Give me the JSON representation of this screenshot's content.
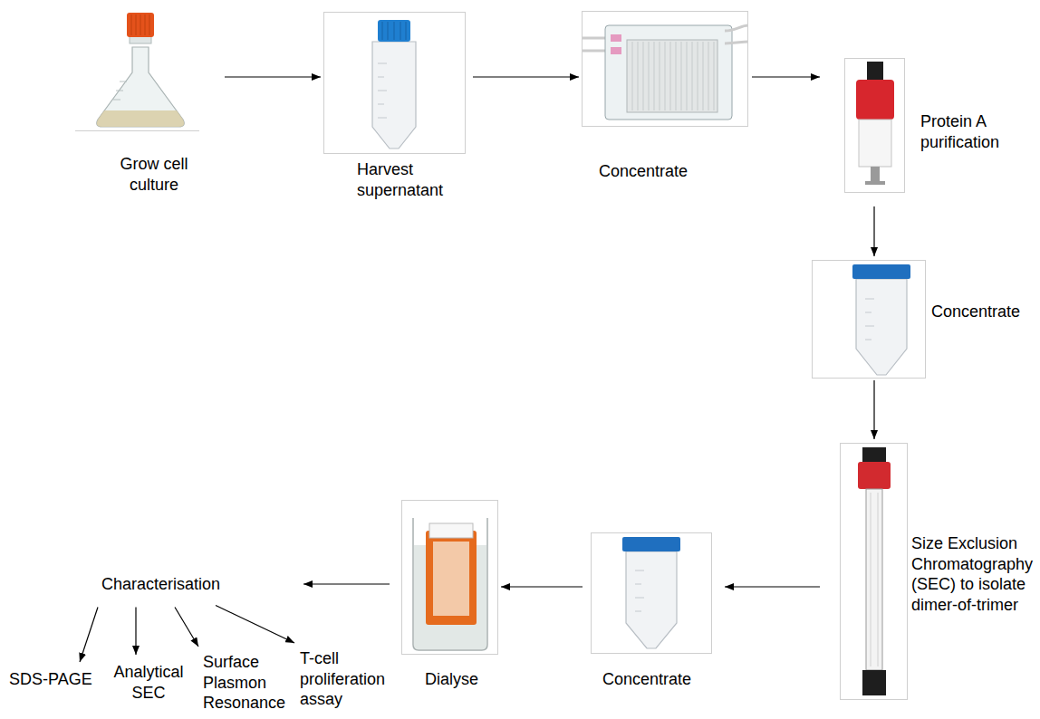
{
  "diagram": {
    "nodes": [
      {
        "text": [
          "Grow cell culture"
        ]
      },
      {
        "text": [
          "Harvest supernatant"
        ]
      },
      {
        "text": [
          "Concentrate"
        ]
      },
      {
        "text": [
          "Protein A purification"
        ]
      },
      {
        "text": [
          "Concentrate"
        ]
      },
      {
        "text": [
          "Size Exclusion Chromatography (SEC) to isolate dimer-of-trimer"
        ]
      },
      {
        "text": [
          "Concentrate"
        ]
      },
      {
        "text": [
          "Dialyse"
        ]
      },
      {
        "text": [
          "Characterisation"
        ]
      },
      {
        "text": [
          "SDS-PAGE"
        ]
      },
      {
        "text": [
          "Analytical SEC"
        ]
      },
      {
        "text": [
          "Surface Plasmon Resonance"
        ]
      },
      {
        "text": [
          "T-cell proliferation assay"
        ]
      }
    ],
    "edges": [
      {
        "from": 0,
        "to": 1,
        "arrow": "to"
      },
      {
        "from": 1,
        "to": 2,
        "arrow": "to"
      },
      {
        "from": 2,
        "to": 3,
        "arrow": "to"
      },
      {
        "from": 3,
        "to": 4,
        "arrow": "to"
      },
      {
        "from": 4,
        "to": 5,
        "arrow": "to"
      },
      {
        "from": 5,
        "to": 6,
        "arrow": "to"
      },
      {
        "from": 6,
        "to": 7,
        "arrow": "to"
      },
      {
        "from": 7,
        "to": 8,
        "arrow": "to"
      },
      {
        "from": 8,
        "to": 9,
        "arrow": "to"
      },
      {
        "from": 8,
        "to": 10,
        "arrow": "to"
      },
      {
        "from": 8,
        "to": 11,
        "arrow": "to"
      },
      {
        "from": 8,
        "to": 12,
        "arrow": "to"
      }
    ]
  }
}
